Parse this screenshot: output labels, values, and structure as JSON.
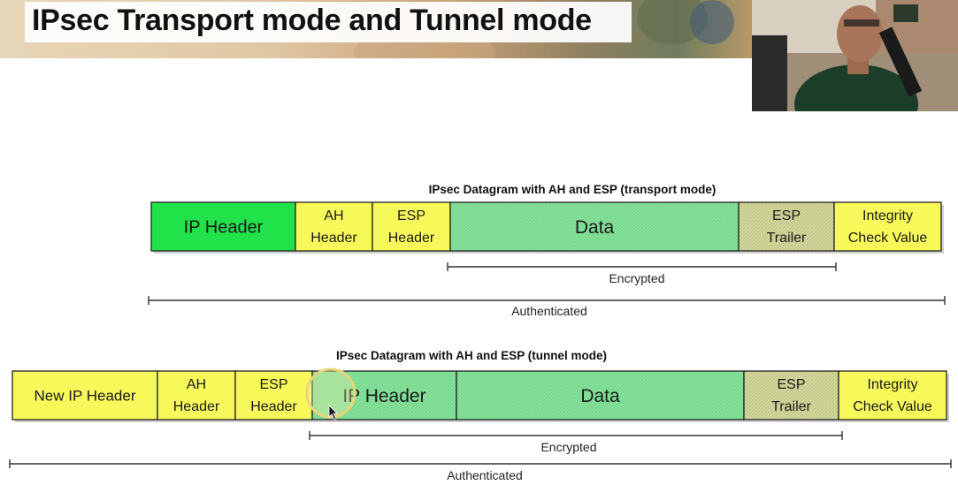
{
  "title": "IPsec Transport mode and Tunnel mode",
  "colors": {
    "ip_header_green": "#22e24a",
    "ip_header_light": "#7fe58e",
    "data_green": "#86e29a",
    "yellow": "#f7f95a",
    "trailer_khaki": "#cfd59a"
  },
  "transport": {
    "caption": "IPsec Datagram with AH and ESP (transport mode)",
    "fields": [
      {
        "line1": "IP Header",
        "line2": ""
      },
      {
        "line1": "AH",
        "line2": "Header"
      },
      {
        "line1": "ESP",
        "line2": "Header"
      },
      {
        "line1": "Data",
        "line2": ""
      },
      {
        "line1": "ESP",
        "line2": "Trailer"
      },
      {
        "line1": "Integrity",
        "line2": "Check Value"
      }
    ],
    "encrypted_label": "Encrypted",
    "authenticated_label": "Authenticated"
  },
  "tunnel": {
    "caption": "IPsec Datagram with AH and ESP (tunnel mode)",
    "fields": [
      {
        "line1": "New IP Header",
        "line2": ""
      },
      {
        "line1": "AH",
        "line2": "Header"
      },
      {
        "line1": "ESP",
        "line2": "Header"
      },
      {
        "line1": "IP Header",
        "line2": ""
      },
      {
        "line1": "Data",
        "line2": ""
      },
      {
        "line1": "ESP",
        "line2": "Trailer"
      },
      {
        "line1": "Integrity",
        "line2": "Check Value"
      }
    ],
    "encrypted_label": "Encrypted",
    "authenticated_label": "Authenticated"
  }
}
